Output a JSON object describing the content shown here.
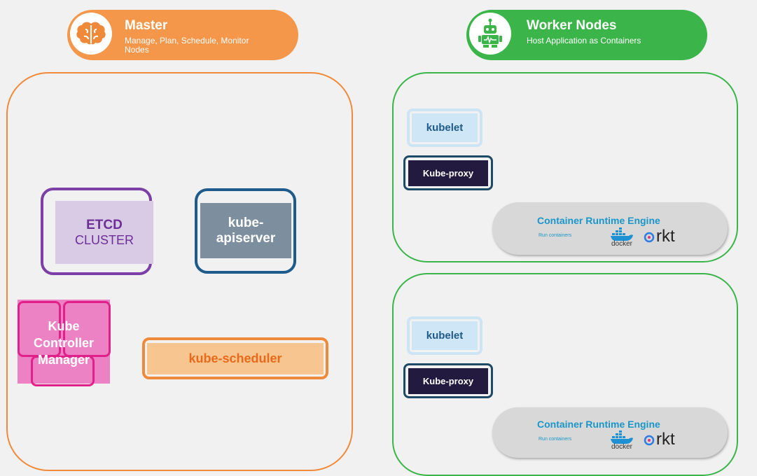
{
  "master": {
    "title": "Master",
    "subtitle": "Manage, Plan, Schedule, Monitor Nodes",
    "icon": "brain-icon",
    "color": "#f5974a",
    "etcd": {
      "line1": "ETCD",
      "line2": "CLUSTER"
    },
    "apiserver": {
      "line1": "kube-",
      "line2": "apiserver"
    },
    "controller_manager": {
      "line1": "Kube",
      "line2": "Controller",
      "line3": "Manager"
    },
    "scheduler": "kube-scheduler"
  },
  "workers": {
    "title": "Worker Nodes",
    "subtitle": "Host Application as Containers",
    "icon": "robot-icon",
    "color": "#3bb54a",
    "nodes": [
      {
        "kubelet": "kubelet",
        "proxy": "Kube-proxy",
        "runtime_title": "Container Runtime Engine",
        "runtime_sub": "Run containers",
        "docker": "docker",
        "rkt": "rkt"
      },
      {
        "kubelet": "kubelet",
        "proxy": "Kube-proxy",
        "runtime_title": "Container Runtime Engine",
        "runtime_sub": "Run containers",
        "docker": "docker",
        "rkt": "rkt"
      }
    ]
  }
}
